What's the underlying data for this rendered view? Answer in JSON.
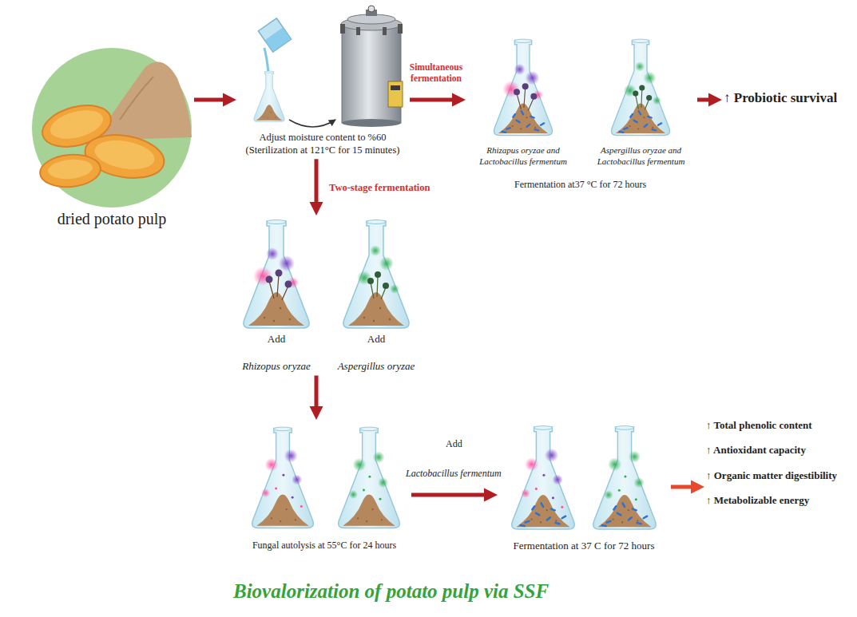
{
  "diagram": {
    "caption": "Biovalorization of potato pulp via SSF",
    "nodes": [
      {
        "text": [
          "dried potato pulp"
        ]
      },
      {
        "text": [
          "Adjust moisture content to %60 (Sterilization at 121°C for 15 minutes)"
        ]
      },
      {
        "text": [
          "Rhizapus oryzae and Lactobacillus fermentum"
        ]
      },
      {
        "text": [
          "Aspergillus oryzae and Lactobacillus fermentum"
        ]
      },
      {
        "text": [
          "↑ Probiotic survival"
        ]
      },
      {
        "text": [
          "Add",
          "Rhizopus oryzae"
        ]
      },
      {
        "text": [
          "Add",
          "Aspergillus oryzae"
        ]
      },
      {
        "text": [
          "Fungal autolysis at 55°C for 24 hours"
        ]
      },
      {
        "text": [
          "Fermentation at 37 C for 72 hours"
        ]
      },
      {
        "text": [
          "↑ Total phenolic content",
          "↑ Antioxidant capacity",
          "↑ Organic matter digestibility",
          "↑ Metabolizable energy"
        ]
      }
    ],
    "edges": [
      {
        "from": 0,
        "to": 1,
        "arrow": "to"
      },
      {
        "from": 1,
        "to": 2,
        "label": "Simultaneous fermentation",
        "arrow": "to"
      },
      {
        "from": 3,
        "to": 4,
        "arrow": "to"
      },
      {
        "from": 1,
        "to": 5,
        "label": "Two-stage fermentation",
        "arrow": "to"
      },
      {
        "from": 5,
        "to": 7,
        "arrow": "to"
      },
      {
        "from": 7,
        "to": 8,
        "label": "Lactobacillus fermentum",
        "arrow": "to"
      },
      {
        "from": 8,
        "to": 9,
        "arrow": "to"
      }
    ],
    "labels": [
      "Fermentation at37 °C for 72 hours",
      "Add"
    ]
  }
}
